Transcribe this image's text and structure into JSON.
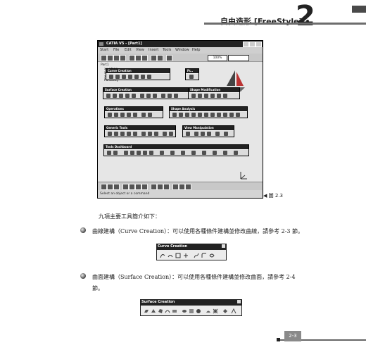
{
  "header": {
    "chapter_title": "自由造形 [FreeStyle] •",
    "chapter_number": "2"
  },
  "figure": {
    "window_title": "CATIA V5 - [Part1]",
    "menu": [
      "Start",
      "File",
      "Edit",
      "View",
      "Insert",
      "Tools",
      "Window",
      "Help"
    ],
    "zoom_value": "100%",
    "tree": [
      "Part1",
      "xy plane",
      "yz plane",
      "zx plane",
      "PartBody"
    ],
    "palettes": {
      "curve_creation": "Curve Creation",
      "fr": "Fr...",
      "surface_creation": "Surface Creation",
      "shape_modification": "Shape Modification",
      "operations": "Operations",
      "shape_analysis": "Shape Analysis",
      "generic_tools": "Generic Tools",
      "view_manipulation": "View Manipulation",
      "tools_dashboard": "Tools Dashboard"
    },
    "status_text": "Select an object or a command",
    "caption": "圖 2.3"
  },
  "body": {
    "intro": "九項主要工具簡介如下：",
    "item1": "曲線建構（Curve Creation）：可以使用各種條件建構並修改曲線，請參考 2-3 節。",
    "item2_line1": "曲面建構（Surface Creation）：可以使用各種條件建構並修改曲面，請參考 2-4",
    "item2_line2": "節。"
  },
  "toolbars": {
    "curve": "Curve Creation",
    "surface": "Surface Creation"
  },
  "footer": {
    "page_number": "2-3"
  }
}
